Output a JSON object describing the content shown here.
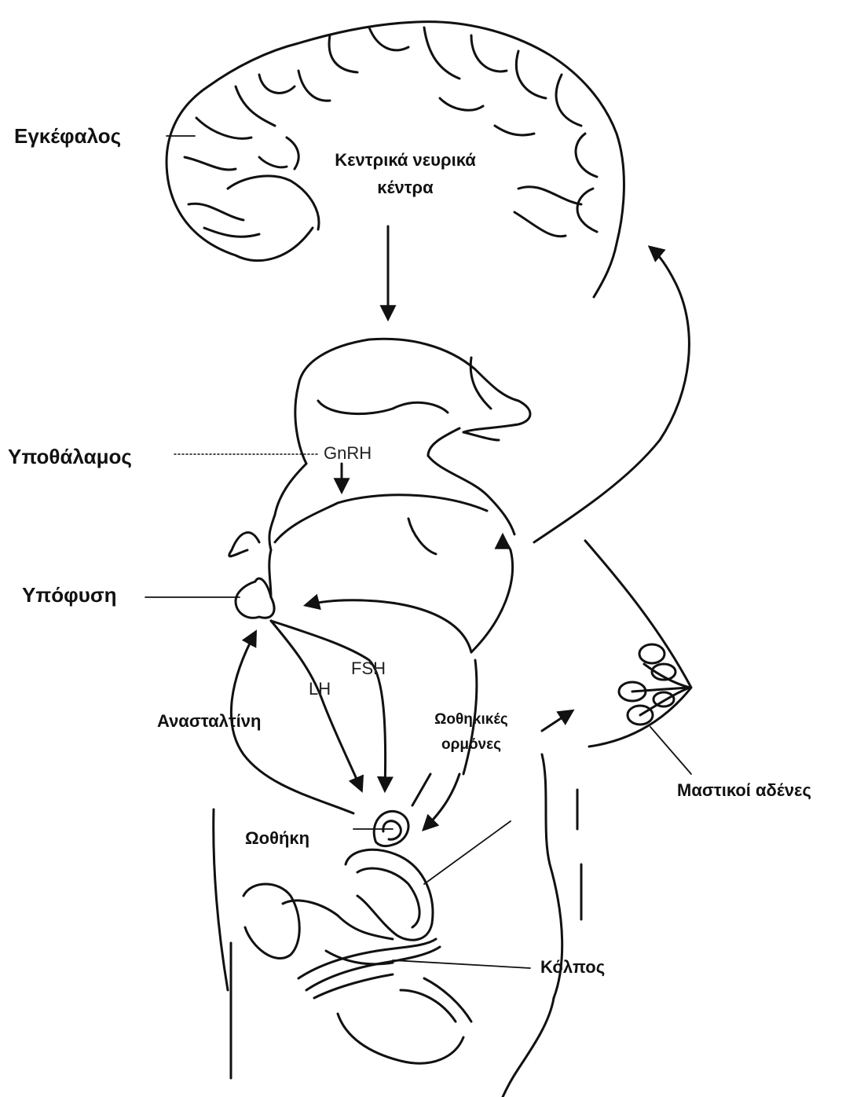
{
  "labels": {
    "brain": "Εγκέφαλος",
    "cns_line1": "Κεντρικά νευρικά",
    "cns_line2": "κέντρα",
    "hypothalamus": "Υποθάλαμος",
    "gnrh": "GnRH",
    "pituitary": "Υπόφυση",
    "lh": "LH",
    "fsh": "FSH",
    "inhibin": "Ανασταλτίνη",
    "ovarian_hormones_line1": "Ωοθηκικές",
    "ovarian_hormones_line2": "ορμόνες",
    "ovary": "Ωοθήκη",
    "mammary": "Μαστικοί αδένες",
    "vagina": "Κόλπος"
  },
  "colors": {
    "ink": "#111111",
    "background": "#ffffff"
  }
}
